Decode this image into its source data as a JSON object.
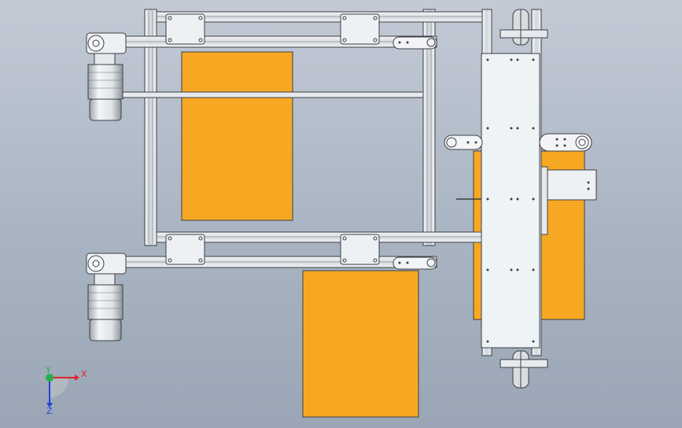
{
  "viewport": {
    "colors": {
      "background_top": "#c3cad6",
      "background_bottom": "#9aa6b5",
      "panel_orange": "#f7a823",
      "frame_light": "#e8ecef",
      "frame_outline": "#3c3f44",
      "plate_white": "#eef3f6"
    }
  },
  "triad": {
    "x_label": "X",
    "y_label": "Y",
    "z_label": "Z",
    "x_color": "#e0242a",
    "y_color": "#27b04a",
    "z_color": "#2440d8"
  }
}
